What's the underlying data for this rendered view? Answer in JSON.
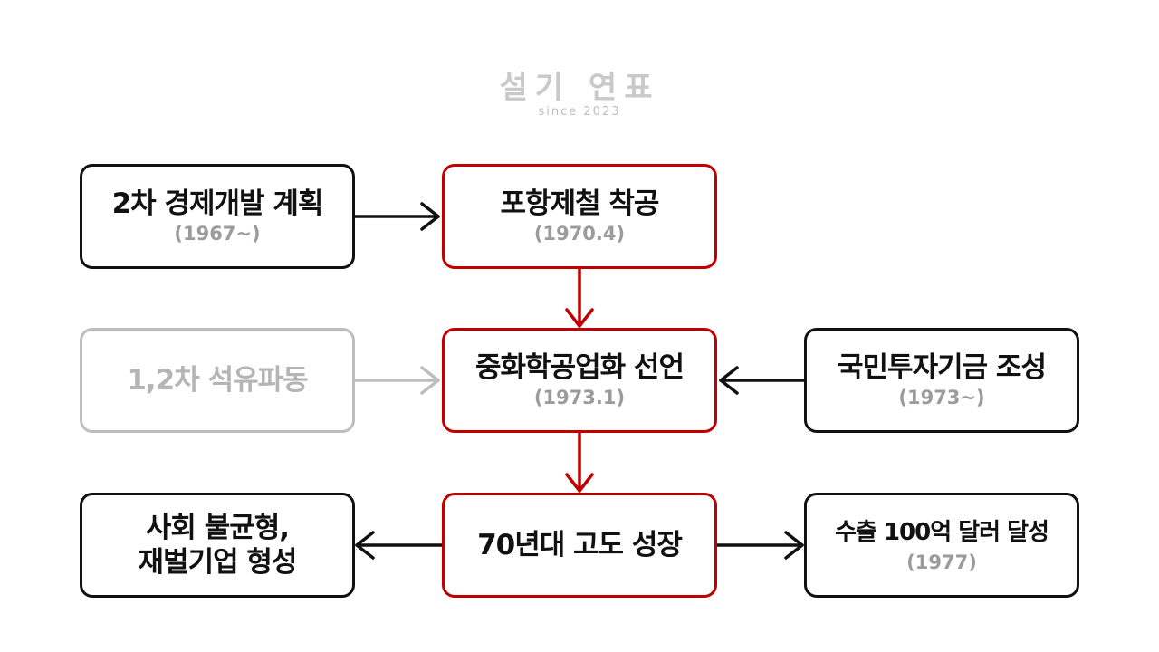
{
  "brand": {
    "title": "설기 연표",
    "subtitle": "since 2023"
  },
  "nodes": {
    "plan2": {
      "title": "2차 경제개발 계획",
      "date": "(1967~)"
    },
    "posco": {
      "title": "포항제철 착공",
      "date": "(1970.4)"
    },
    "oil": {
      "title": "1,2차 석유파동"
    },
    "heavy": {
      "title": "중화학공업화 선언",
      "date": "(1973.1)"
    },
    "fund": {
      "title": "국민투자기금 조성",
      "date": "(1973~)"
    },
    "social_line1": "사회 불균형,",
    "social_line2": "재벌기업 형성",
    "growth": {
      "title": "70년대 고도 성장"
    },
    "export": {
      "title": "수출 100억 달러 달성",
      "date": "(1977)"
    }
  },
  "colors": {
    "accent": "#c00000",
    "outline": "#111111",
    "muted": "#bdbdbd",
    "date_text": "#9b9b9b"
  }
}
